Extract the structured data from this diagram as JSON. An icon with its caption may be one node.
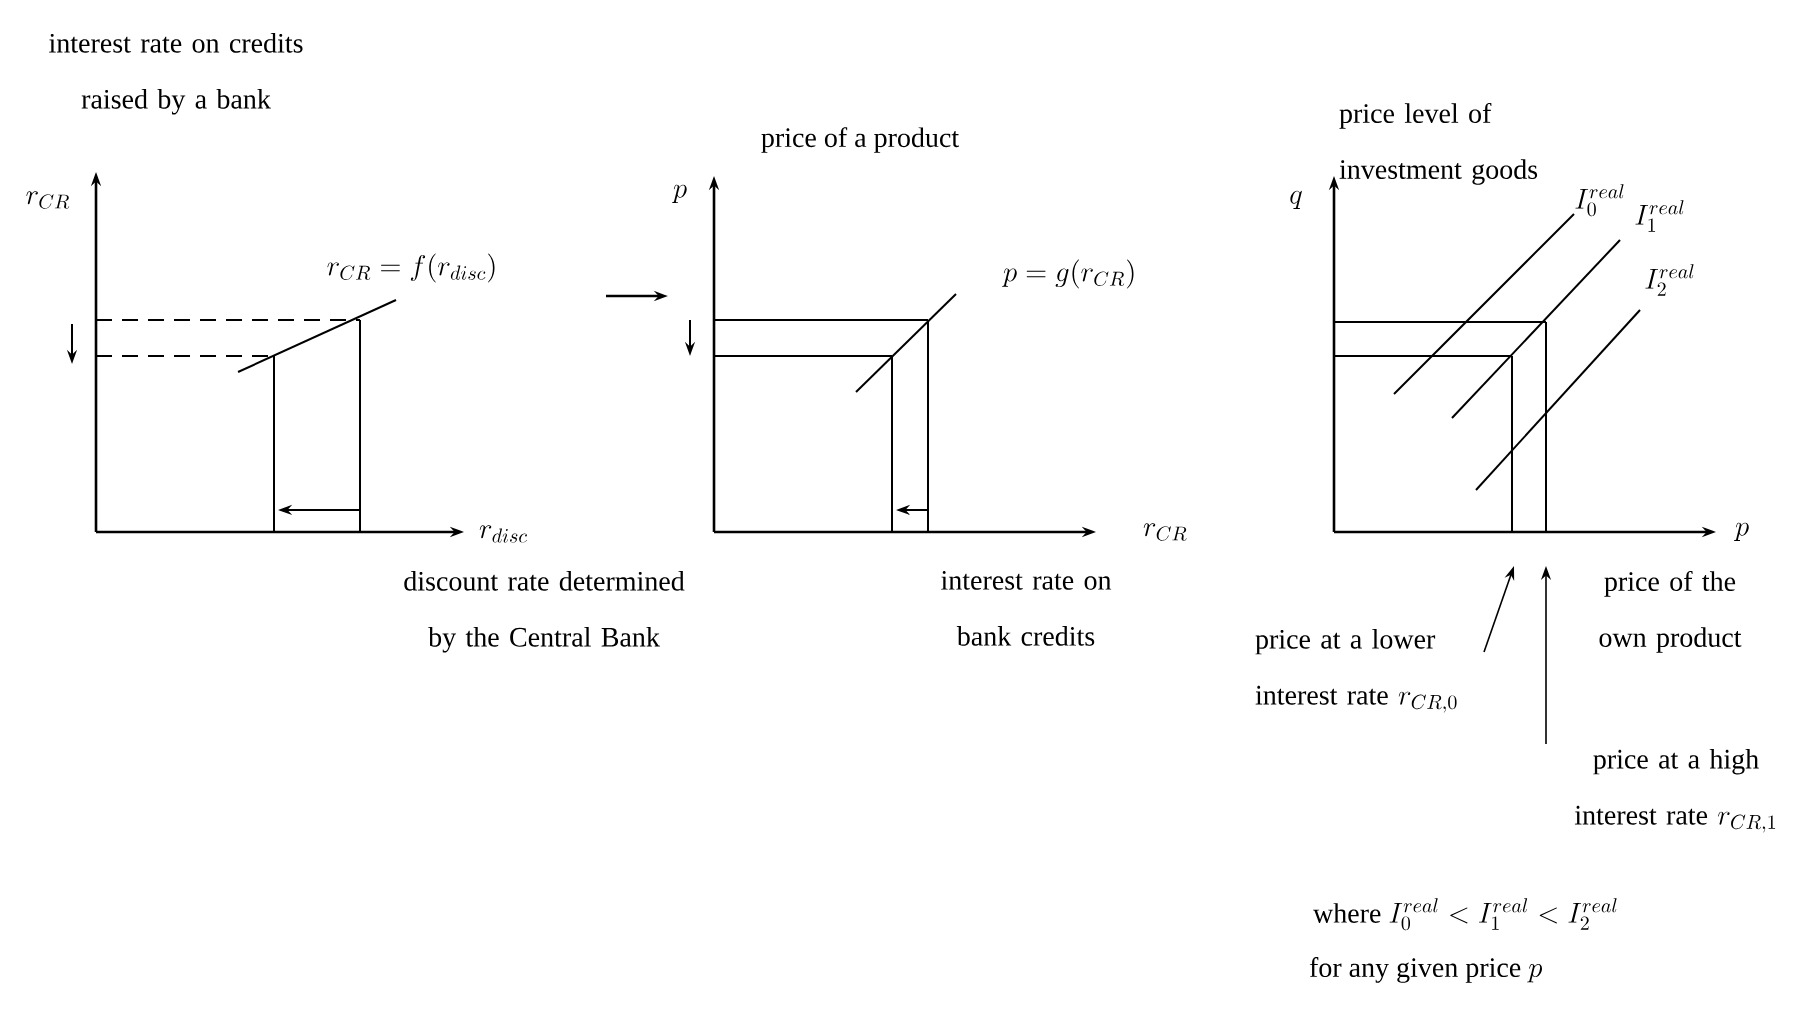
{
  "diagram": {
    "nodes": [
      {
        "text": [
          "price at a lower interest rate",
          "r_{CR,0}"
        ]
      },
      {
        "text": [
          "price at a high interest rate",
          "r_{CR,1}"
        ]
      }
    ],
    "edges": [
      {
        "from": 0,
        "to": null,
        "arrow": "to"
      },
      {
        "from": 1,
        "to": null,
        "arrow": "to"
      }
    ],
    "labels": [
      "interest rate on credits raised by a bank",
      "price of a product",
      "price level of investment goods",
      "r_{CR}",
      "p",
      "q",
      "I_0^{real}",
      "I_1^{real}",
      "r_{CR} = f(r_{disc})",
      "p = g(r_{CR})",
      "I_2^{real}",
      "r_{disc}",
      "r_{CR}",
      "p",
      "discount rate determined by the Central Bank",
      "interest rate on bank credits",
      "price of the own product",
      "where",
      "I_0^{real} < I_1^{real} < I_2^{real}",
      "for any given price",
      "p"
    ]
  }
}
